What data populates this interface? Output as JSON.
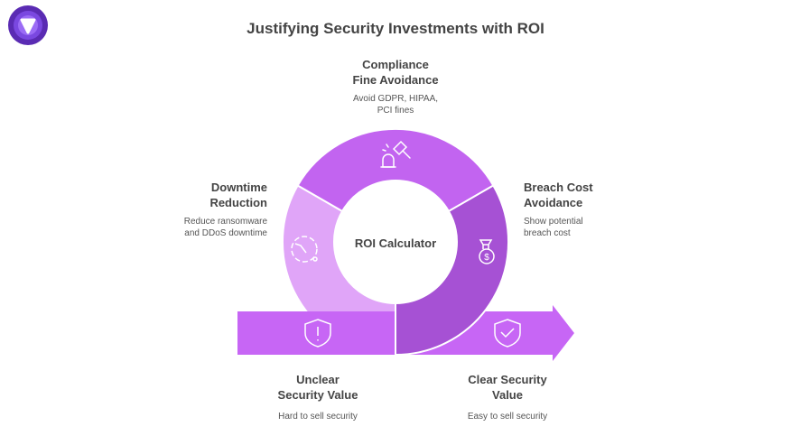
{
  "title": "Justifying Security Investments with ROI",
  "center_label": "ROI Calculator",
  "segments": [
    {
      "title1": "Compliance",
      "title2": "Fine Avoidance",
      "desc1": "Avoid GDPR, HIPAA,",
      "desc2": "PCI fines",
      "icon": "gavel-icon"
    },
    {
      "title1": "Breach Cost",
      "title2": "Avoidance",
      "desc1": "Show potential",
      "desc2": "breach cost",
      "icon": "money-bag-icon"
    },
    {
      "title1": "Downtime",
      "title2": "Reduction",
      "desc1": "Reduce ransomware",
      "desc2": "and DDoS downtime",
      "icon": "clock-icon"
    }
  ],
  "from": {
    "title1": "Unclear",
    "title2": "Security Value",
    "desc": "Hard to sell security",
    "icon": "shield-alert-icon"
  },
  "to": {
    "title1": "Clear Security",
    "title2": "Value",
    "desc": "Easy to sell security",
    "icon": "shield-check-icon"
  },
  "colors": {
    "top": "#c264f0",
    "dark": "#a651d4",
    "light": "#e0a5f8",
    "band": "#c766f5"
  }
}
